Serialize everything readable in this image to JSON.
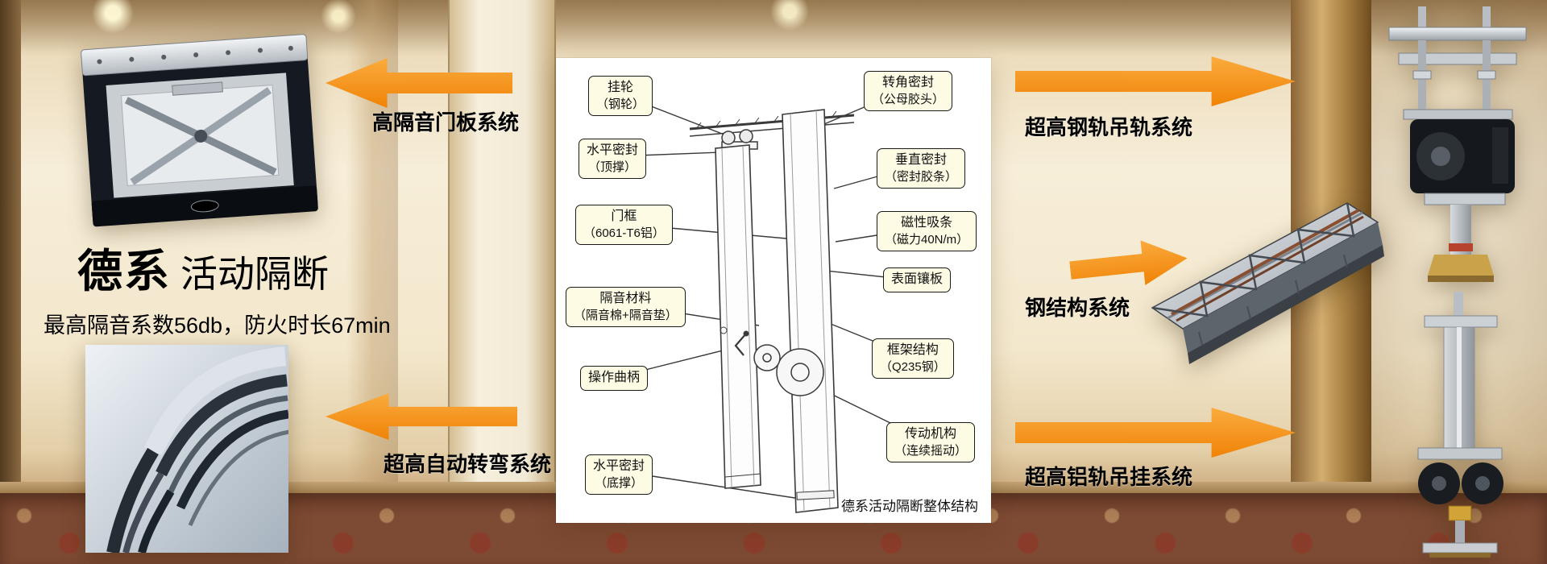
{
  "brand": {
    "title_bold": "德系",
    "title_light": "活动隔断",
    "subtitle": "最高隔音系数56db，防火时长67min"
  },
  "labels": {
    "left_top": "高隔音门板系统",
    "left_bottom": "超高自动转弯系统",
    "right_top": "超高钢轨吊轨系统",
    "right_middle": "钢结构系统",
    "right_bottom": "超高铝轨吊挂系统"
  },
  "diagram": {
    "caption": "德系活动隔断整体结构",
    "left_callouts": [
      {
        "l1": "挂轮",
        "l2": "（钢轮）"
      },
      {
        "l1": "水平密封",
        "l2": "（顶撑）"
      },
      {
        "l1": "门框",
        "l2": "（6061-T6铝）"
      },
      {
        "l1": "隔音材料",
        "l2": "（隔音棉+隔音垫）"
      },
      {
        "l1": "操作曲柄",
        "l2": ""
      },
      {
        "l1": "水平密封",
        "l2": "（底撑）"
      }
    ],
    "right_callouts": [
      {
        "l1": "转角密封",
        "l2": "（公母胶头）"
      },
      {
        "l1": "垂直密封",
        "l2": "（密封胶条）"
      },
      {
        "l1": "磁性吸条",
        "l2": "（磁力40N/m）"
      },
      {
        "l1": "表面镶板",
        "l2": ""
      },
      {
        "l1": "框架结构",
        "l2": "（Q235钢）"
      },
      {
        "l1": "传动机构",
        "l2": "（连续摇动）"
      }
    ]
  },
  "colors": {
    "arrow_orange": "#F6921E",
    "callout_bg": "#FDFBE4",
    "callout_border": "#1A1A1A"
  }
}
